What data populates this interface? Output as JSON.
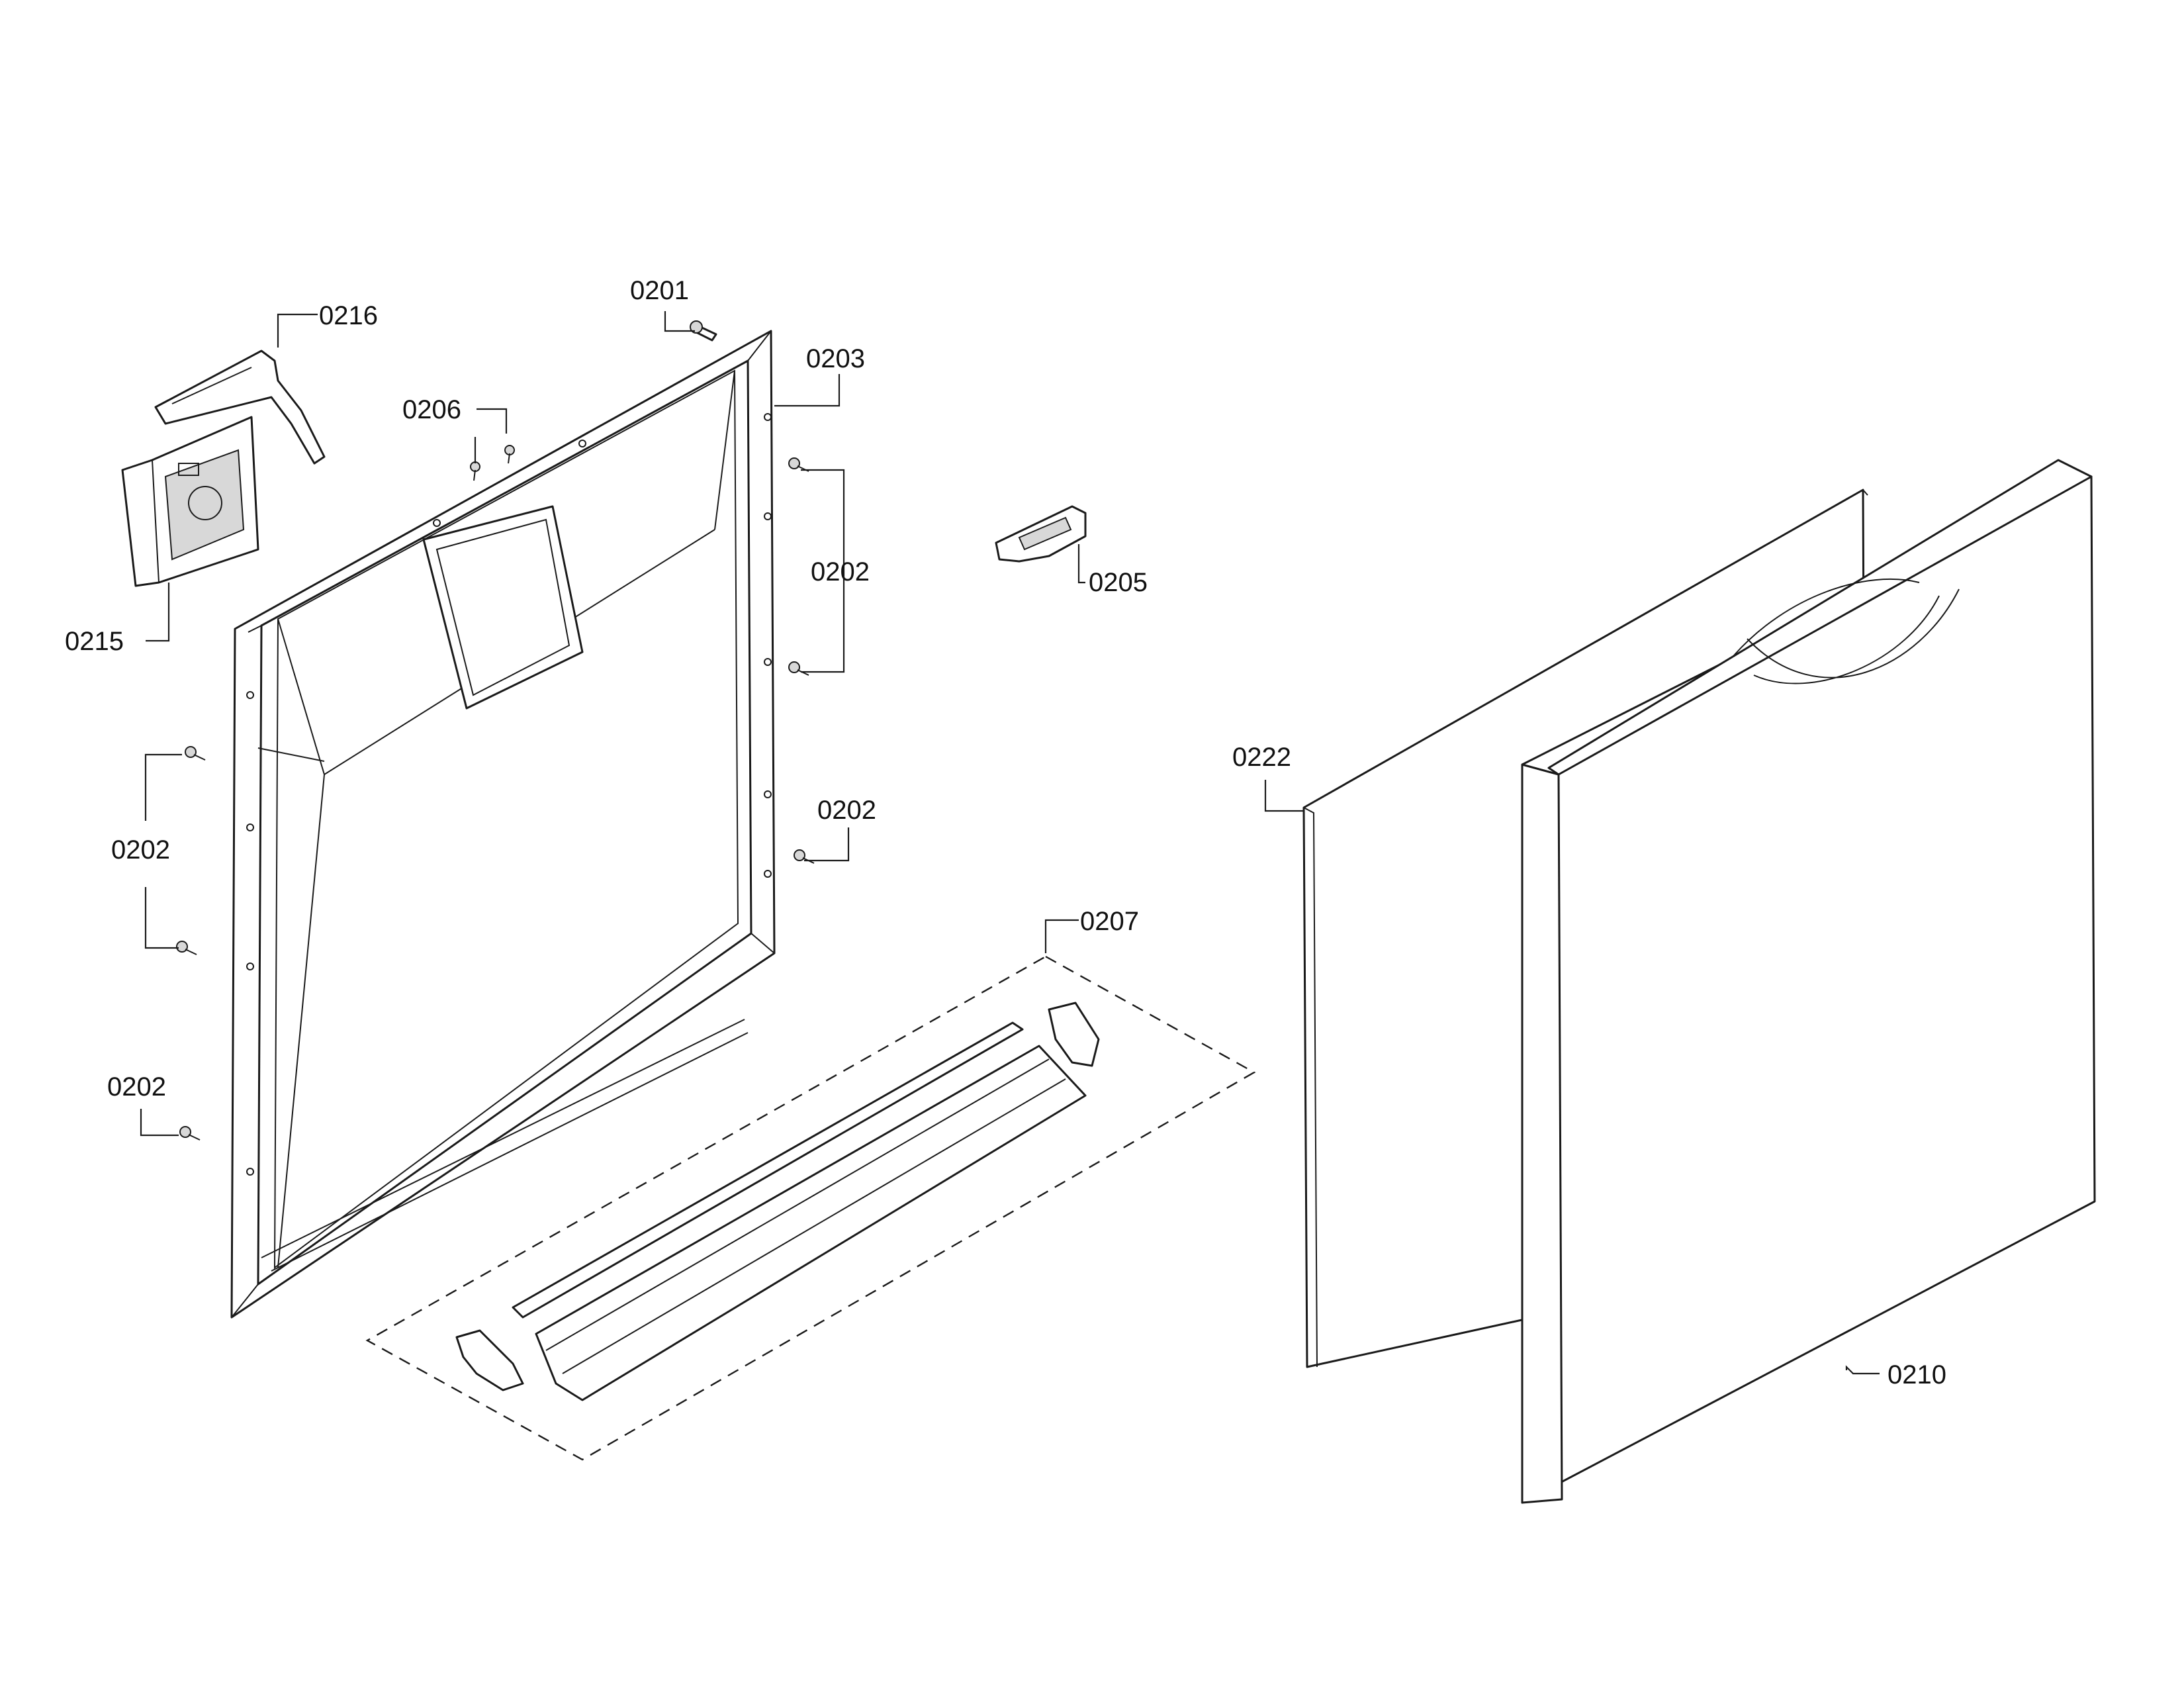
{
  "callouts": {
    "c0201": "0201",
    "c0203": "0203",
    "c0206": "0206",
    "c0216": "0216",
    "c0215": "0215",
    "c0202_right_upper": "0202",
    "c0202_right_lower": "0202",
    "c0202_left_upper": "0202",
    "c0202_left_lower": "0202",
    "c0205": "0205",
    "c0207": "0207",
    "c0222": "0222",
    "c0210": "0210"
  }
}
